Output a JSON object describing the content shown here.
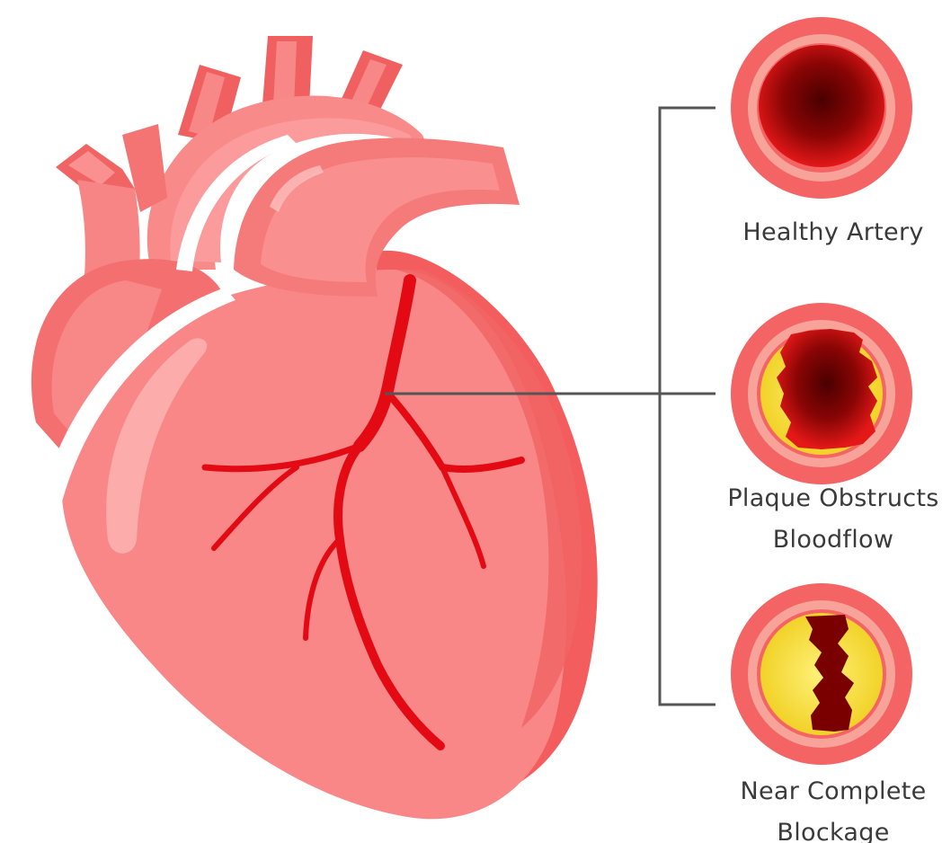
{
  "figure": {
    "labels": {
      "healthy": [
        "Healthy Artery"
      ],
      "plaque": [
        "Plaque Obstructs",
        "Bloodflow"
      ],
      "blockage": [
        "Near Complete",
        "Blockage"
      ]
    },
    "colors": {
      "heart_light": "#fa8e8e",
      "heart_mid": "#f76f6f",
      "heart_dark": "#f25a5a",
      "heart_shadow": "#ec5a5e",
      "artery_vessel": "#e8101a",
      "ring_outer": "#f46464",
      "ring_inner": "#f8a39a",
      "lumen_dark": "#5a0000",
      "lumen_edge": "#e31818",
      "plaque": "#f5e234",
      "bracket_line": "#555555"
    }
  }
}
